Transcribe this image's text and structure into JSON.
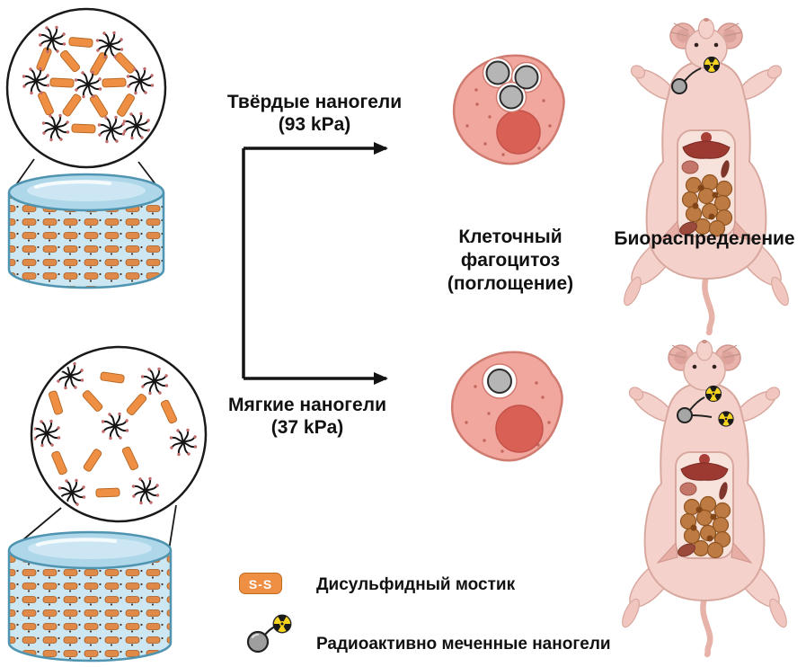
{
  "figure": {
    "branches": {
      "hard": {
        "name": "Твёрдые наногели",
        "stiffness": "(93 kPa)"
      },
      "soft": {
        "name": "Мягкие наногели",
        "stiffness": "(37 kPa)"
      }
    },
    "stage_labels": {
      "phagocytosis": [
        "Клеточный",
        "фагоцитоз",
        "(поглощение)"
      ],
      "biodistribution": "Биораспределение"
    },
    "legend": [
      {
        "symbol": "S-S",
        "label": "Дисульфидный мостик"
      },
      {
        "symbol": "radiolabeled-nanogel-icon",
        "label": "Радиоактивно меченные наногели"
      }
    ]
  },
  "icons": {
    "star_polymer": "star-polymer-icon",
    "disulfide_rod": "disulfide-rod-icon",
    "nanogel_sphere": "nanogel-sphere-icon",
    "radioactive_trefoil": "radioactive-trefoil-icon",
    "petri_dish": "petri-dish-icon",
    "cell": "cell-icon",
    "mouse": "mouse-icon"
  },
  "colors": {
    "rod_orange": "#ee8f44",
    "rod_border": "#b86a28",
    "dish_blue": "#aed7e9",
    "dish_border": "#4f94b0",
    "cell_pink": "#f2a79e",
    "cell_border": "#cf7b70",
    "nucleus_red": "#d96055",
    "nanogel_gray": "#b5b5b5",
    "mouse_skin": "#f4d2cb",
    "radioactive_yellow": "#f6d41f",
    "arrow_black": "#141414"
  }
}
